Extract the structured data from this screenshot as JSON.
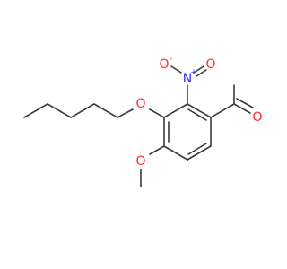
{
  "molecule": {
    "atoms": {
      "nitro_n": {
        "symbol": "N",
        "charge": "+",
        "color": "#2b2bff"
      },
      "nitro_o_single": {
        "symbol": "O",
        "charge": "-",
        "color": "#ff2b2b"
      },
      "nitro_o_double": {
        "symbol": "O",
        "color": "#ff2b2b"
      },
      "ether_o_pentyl": {
        "symbol": "O",
        "color": "#ff2b2b"
      },
      "ether_o_methoxy": {
        "symbol": "O",
        "color": "#ff2b2b"
      },
      "aldehyde_o": {
        "symbol": "O",
        "color": "#ff2b2b"
      }
    },
    "bond_color": "#3a3a3a"
  }
}
